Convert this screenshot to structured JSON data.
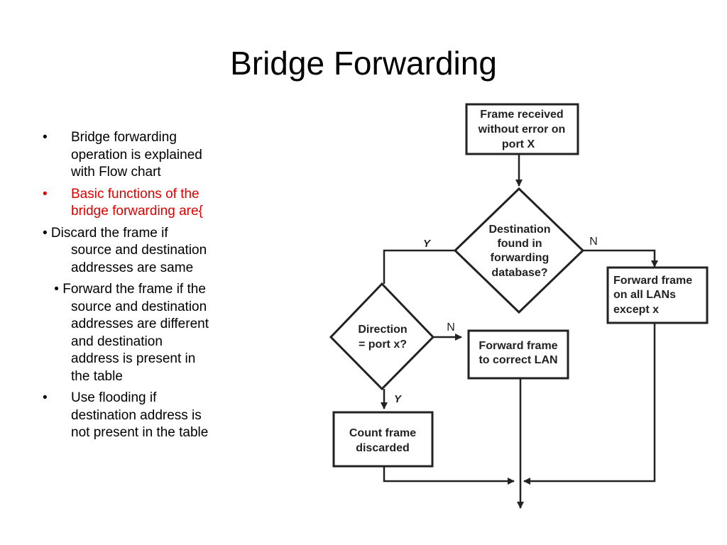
{
  "title": "Bridge Forwarding",
  "bullets": [
    {
      "marker": "•",
      "lines": [
        "Bridge forwarding",
        "operation is explained",
        "with Flow chart"
      ]
    },
    {
      "marker": "•",
      "lines": [
        "Basic functions of the",
        "bridge forwarding are{"
      ],
      "color": "#e00000"
    }
  ],
  "sub_bullets": [
    {
      "first": "• Discard the frame if",
      "lines": [
        "source and destination",
        "addresses are same"
      ]
    },
    {
      "first": " • Forward the frame if the",
      "lines": [
        "source and destination",
        "addresses are different",
        "and destination",
        "address is present in",
        "the table"
      ]
    }
  ],
  "last_bullet": {
    "marker": "•",
    "lines": [
      "Use flooding if",
      "destination address is",
      "not present in the table"
    ]
  },
  "flowchart": {
    "start": [
      "Frame received",
      "without error on",
      "port X"
    ],
    "decision1": [
      "Destination",
      "found in",
      "forwarding",
      "database?"
    ],
    "decision1_yes": "Y",
    "decision1_no": "N",
    "forward_all": [
      "Forward frame",
      "on all LANs",
      "except x"
    ],
    "decision2": [
      "Direction",
      "= port x?"
    ],
    "decision2_no": "N",
    "decision2_yes": "Y",
    "forward_correct": [
      "Forward frame",
      "to correct LAN"
    ],
    "discard": [
      "Count frame",
      "discarded"
    ]
  }
}
